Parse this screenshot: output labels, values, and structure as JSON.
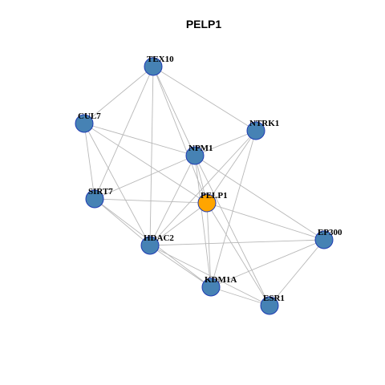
{
  "graph": {
    "title": "PELP1",
    "nodes": [
      {
        "id": "TEX10",
        "label": "TEX10",
        "color": "#4682b4"
      },
      {
        "id": "CUL7",
        "label": "CUL7",
        "color": "#4682b4"
      },
      {
        "id": "NTRK1",
        "label": "NTRK1",
        "color": "#4682b4"
      },
      {
        "id": "NPM1",
        "label": "NPM1",
        "color": "#4682b4"
      },
      {
        "id": "SIRT7",
        "label": "SIRT7",
        "color": "#4682b4"
      },
      {
        "id": "PELP1",
        "label": "PELP1",
        "color": "#ffa500"
      },
      {
        "id": "EP300",
        "label": "EP300",
        "color": "#4682b4"
      },
      {
        "id": "HDAC2",
        "label": "HDAC2",
        "color": "#4682b4"
      },
      {
        "id": "KDM1A",
        "label": "KDM1A",
        "color": "#4682b4"
      },
      {
        "id": "ESR1",
        "label": "ESR1",
        "color": "#4682b4"
      }
    ],
    "edges": [
      [
        "TEX10",
        "CUL7"
      ],
      [
        "TEX10",
        "NTRK1"
      ],
      [
        "TEX10",
        "NPM1"
      ],
      [
        "TEX10",
        "PELP1"
      ],
      [
        "TEX10",
        "SIRT7"
      ],
      [
        "TEX10",
        "HDAC2"
      ],
      [
        "CUL7",
        "NPM1"
      ],
      [
        "CUL7",
        "PELP1"
      ],
      [
        "CUL7",
        "SIRT7"
      ],
      [
        "CUL7",
        "HDAC2"
      ],
      [
        "NTRK1",
        "NPM1"
      ],
      [
        "NTRK1",
        "PELP1"
      ],
      [
        "NTRK1",
        "HDAC2"
      ],
      [
        "NTRK1",
        "KDM1A"
      ],
      [
        "NPM1",
        "SIRT7"
      ],
      [
        "NPM1",
        "PELP1"
      ],
      [
        "NPM1",
        "HDAC2"
      ],
      [
        "NPM1",
        "KDM1A"
      ],
      [
        "NPM1",
        "ESR1"
      ],
      [
        "NPM1",
        "EP300"
      ],
      [
        "SIRT7",
        "PELP1"
      ],
      [
        "SIRT7",
        "HDAC2"
      ],
      [
        "SIRT7",
        "KDM1A"
      ],
      [
        "PELP1",
        "HDAC2"
      ],
      [
        "PELP1",
        "KDM1A"
      ],
      [
        "PELP1",
        "ESR1"
      ],
      [
        "PELP1",
        "EP300"
      ],
      [
        "HDAC2",
        "KDM1A"
      ],
      [
        "HDAC2",
        "ESR1"
      ],
      [
        "HDAC2",
        "EP300"
      ],
      [
        "KDM1A",
        "ESR1"
      ],
      [
        "KDM1A",
        "EP300"
      ],
      [
        "EP300",
        "ESR1"
      ]
    ]
  }
}
